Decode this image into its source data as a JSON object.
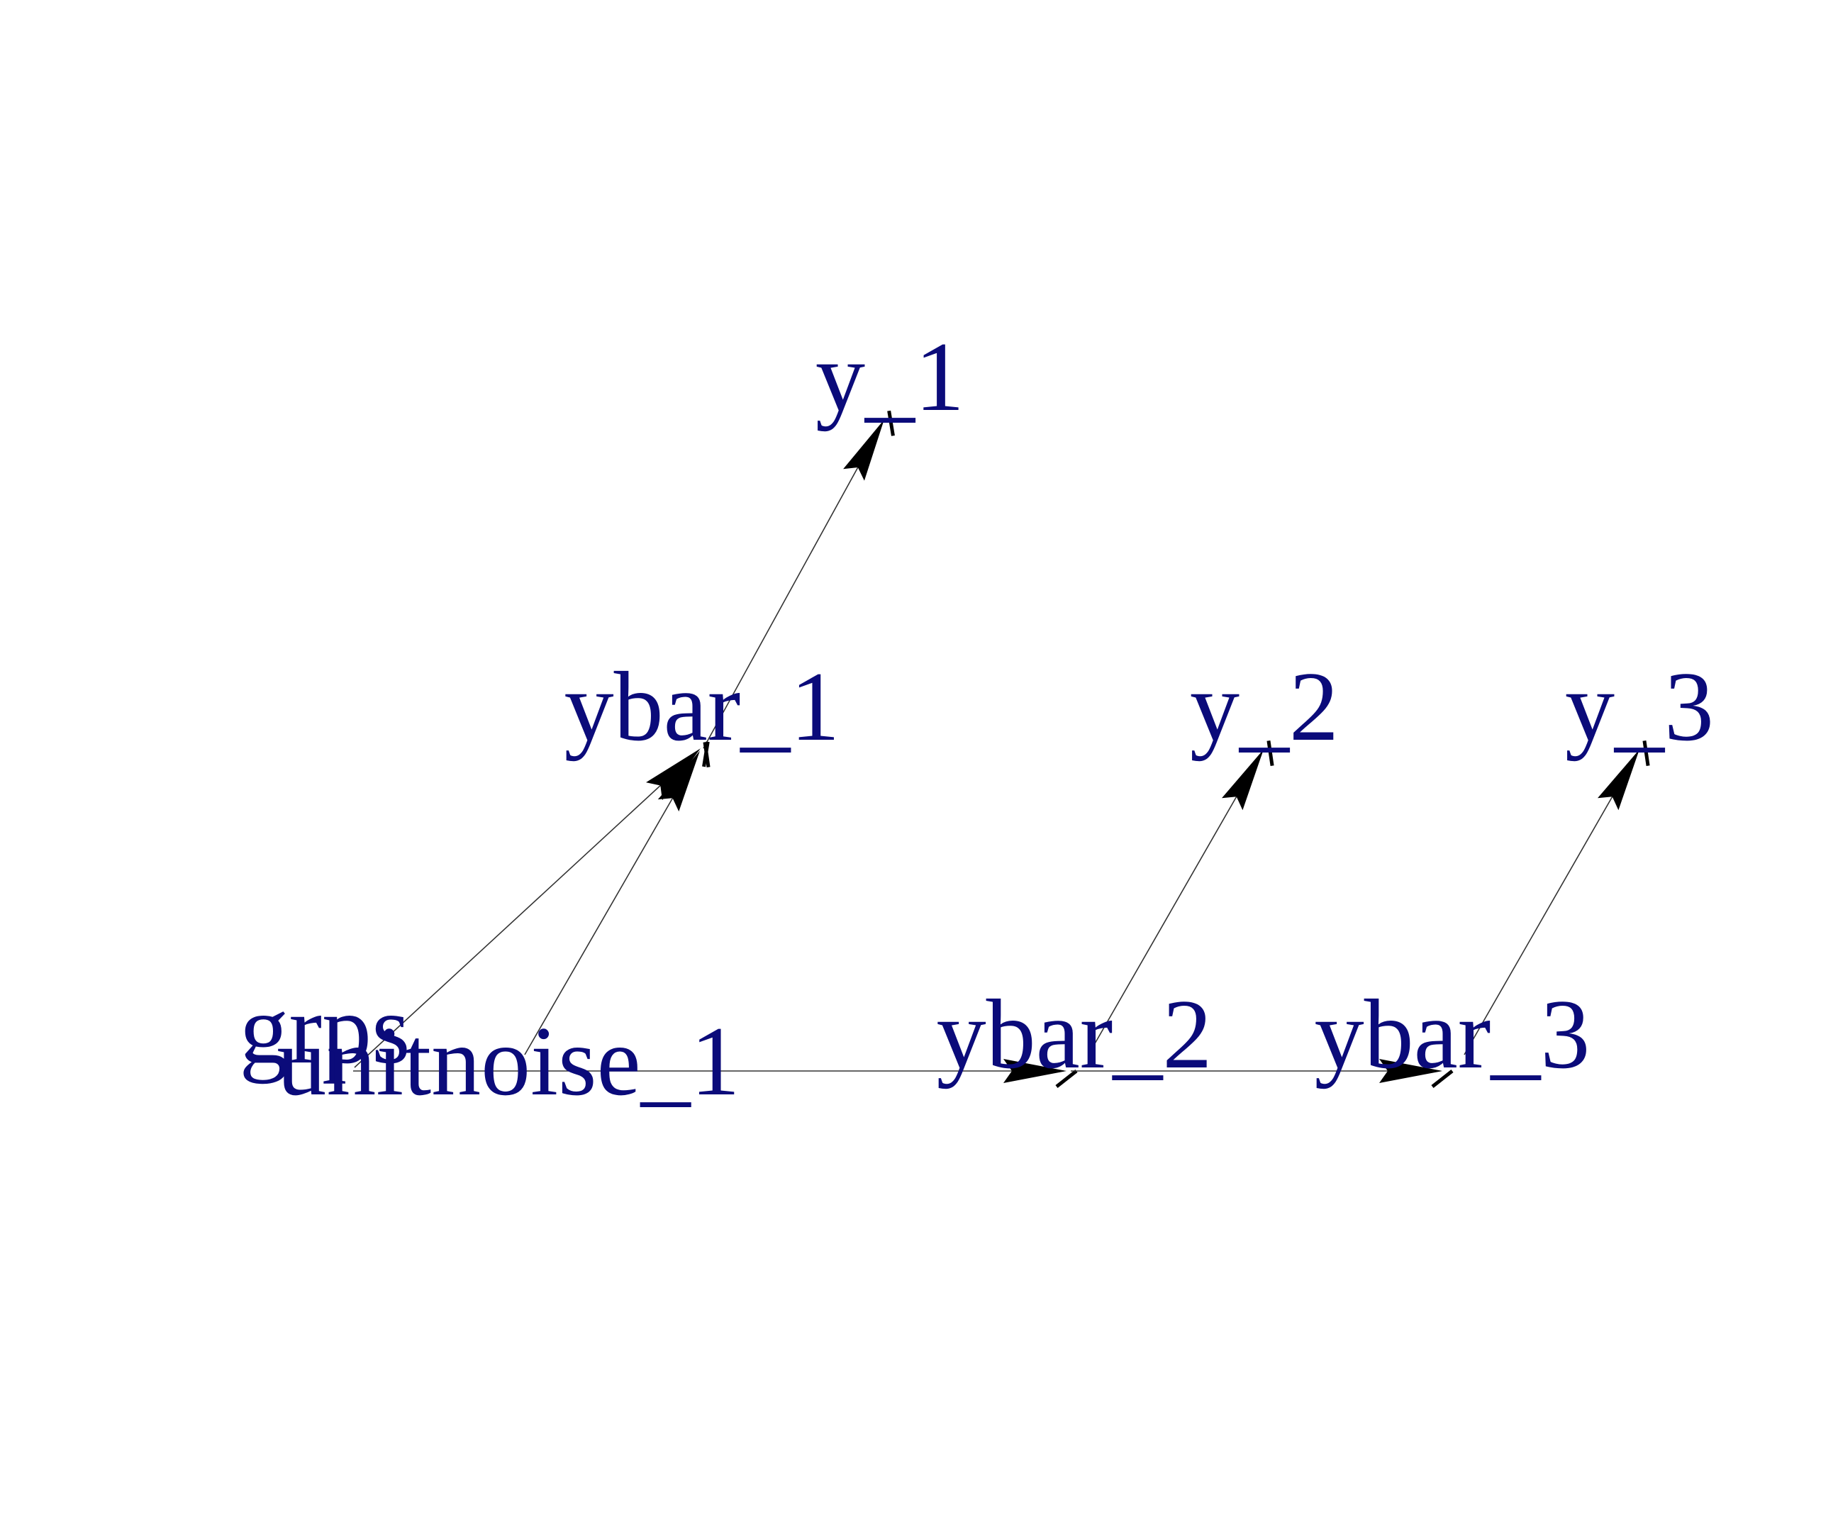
{
  "diagram": {
    "nodes": [
      {
        "id": "y_1",
        "label": "y_1"
      },
      {
        "id": "ybar_1",
        "label": "ybar_1"
      },
      {
        "id": "y_2",
        "label": "y_2"
      },
      {
        "id": "y_3",
        "label": "y_3"
      },
      {
        "id": "grps",
        "label": "grps"
      },
      {
        "id": "unitnoise_1",
        "label": "unitnoise_1"
      },
      {
        "id": "ybar_2",
        "label": "ybar_2"
      },
      {
        "id": "ybar_3",
        "label": "ybar_3"
      }
    ],
    "edges": [
      {
        "from": "ybar_1",
        "to": "y_1"
      },
      {
        "from": "grps",
        "to": "ybar_1"
      },
      {
        "from": "unitnoise_1",
        "to": "ybar_1"
      },
      {
        "from": "ybar_2",
        "to": "y_2"
      },
      {
        "from": "ybar_3",
        "to": "y_3"
      },
      {
        "from": "grps",
        "to": "ybar_2"
      },
      {
        "from": "ybar_2",
        "to": "ybar_3"
      }
    ],
    "colors": {
      "label": "#0b0b7a",
      "edge": "#333333",
      "arrow": "#000000",
      "background": "#ffffff"
    }
  }
}
